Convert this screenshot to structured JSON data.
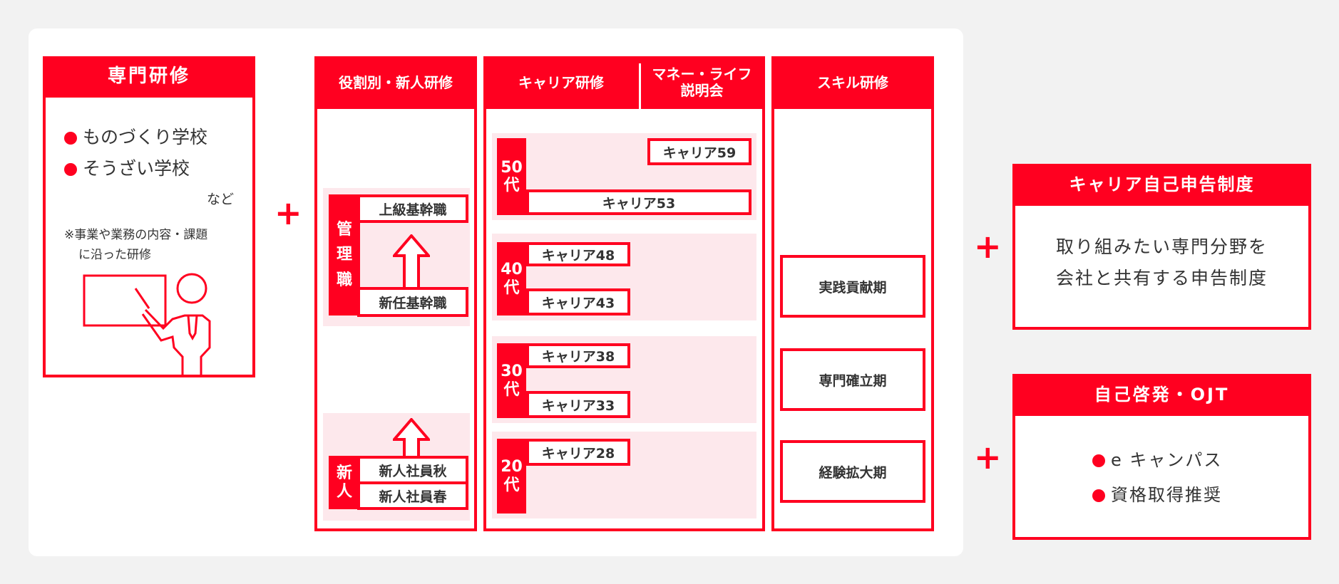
{
  "specialty": {
    "title": "専門研修",
    "items": [
      "ものづくり学校",
      "そうざい学校"
    ],
    "etc": "など",
    "note_line1": "※事業や業務の内容・課題",
    "note_line2": "に沿った研修"
  },
  "plus": "+",
  "role": {
    "title": "役割別・新人研修",
    "mgmt_label": [
      "管",
      "理",
      "職"
    ],
    "senior": "上級基幹職",
    "new_mgr": "新任基幹職",
    "newbie_label": [
      "新",
      "人"
    ],
    "autumn": "新人社員秋",
    "spring": "新人社員春"
  },
  "career": {
    "title": "キャリア研修",
    "money_title_1": "マネー・ライフ",
    "money_title_2": "説明会",
    "ages": [
      {
        "num": "50",
        "dai": "代"
      },
      {
        "num": "40",
        "dai": "代"
      },
      {
        "num": "30",
        "dai": "代"
      },
      {
        "num": "20",
        "dai": "代"
      }
    ],
    "c59": "キャリア59",
    "c53": "キャリア53",
    "c48": "キャリア48",
    "c43": "キャリア43",
    "c38": "キャリア38",
    "c33": "キャリア33",
    "c28": "キャリア28"
  },
  "skill": {
    "title": "スキル研修",
    "stages": [
      "実践貢献期",
      "専門確立期",
      "経験拡大期"
    ]
  },
  "self_report": {
    "title": "キャリア自己申告制度",
    "line1": "取り組みたい専門分野を",
    "line2": "会社と共有する申告制度"
  },
  "self_dev": {
    "title": "自己啓発・OJT",
    "items": [
      "e キャンパス",
      "資格取得推奨"
    ]
  },
  "colors": {
    "accent": "#ff0020",
    "band": "#fde8ec"
  }
}
